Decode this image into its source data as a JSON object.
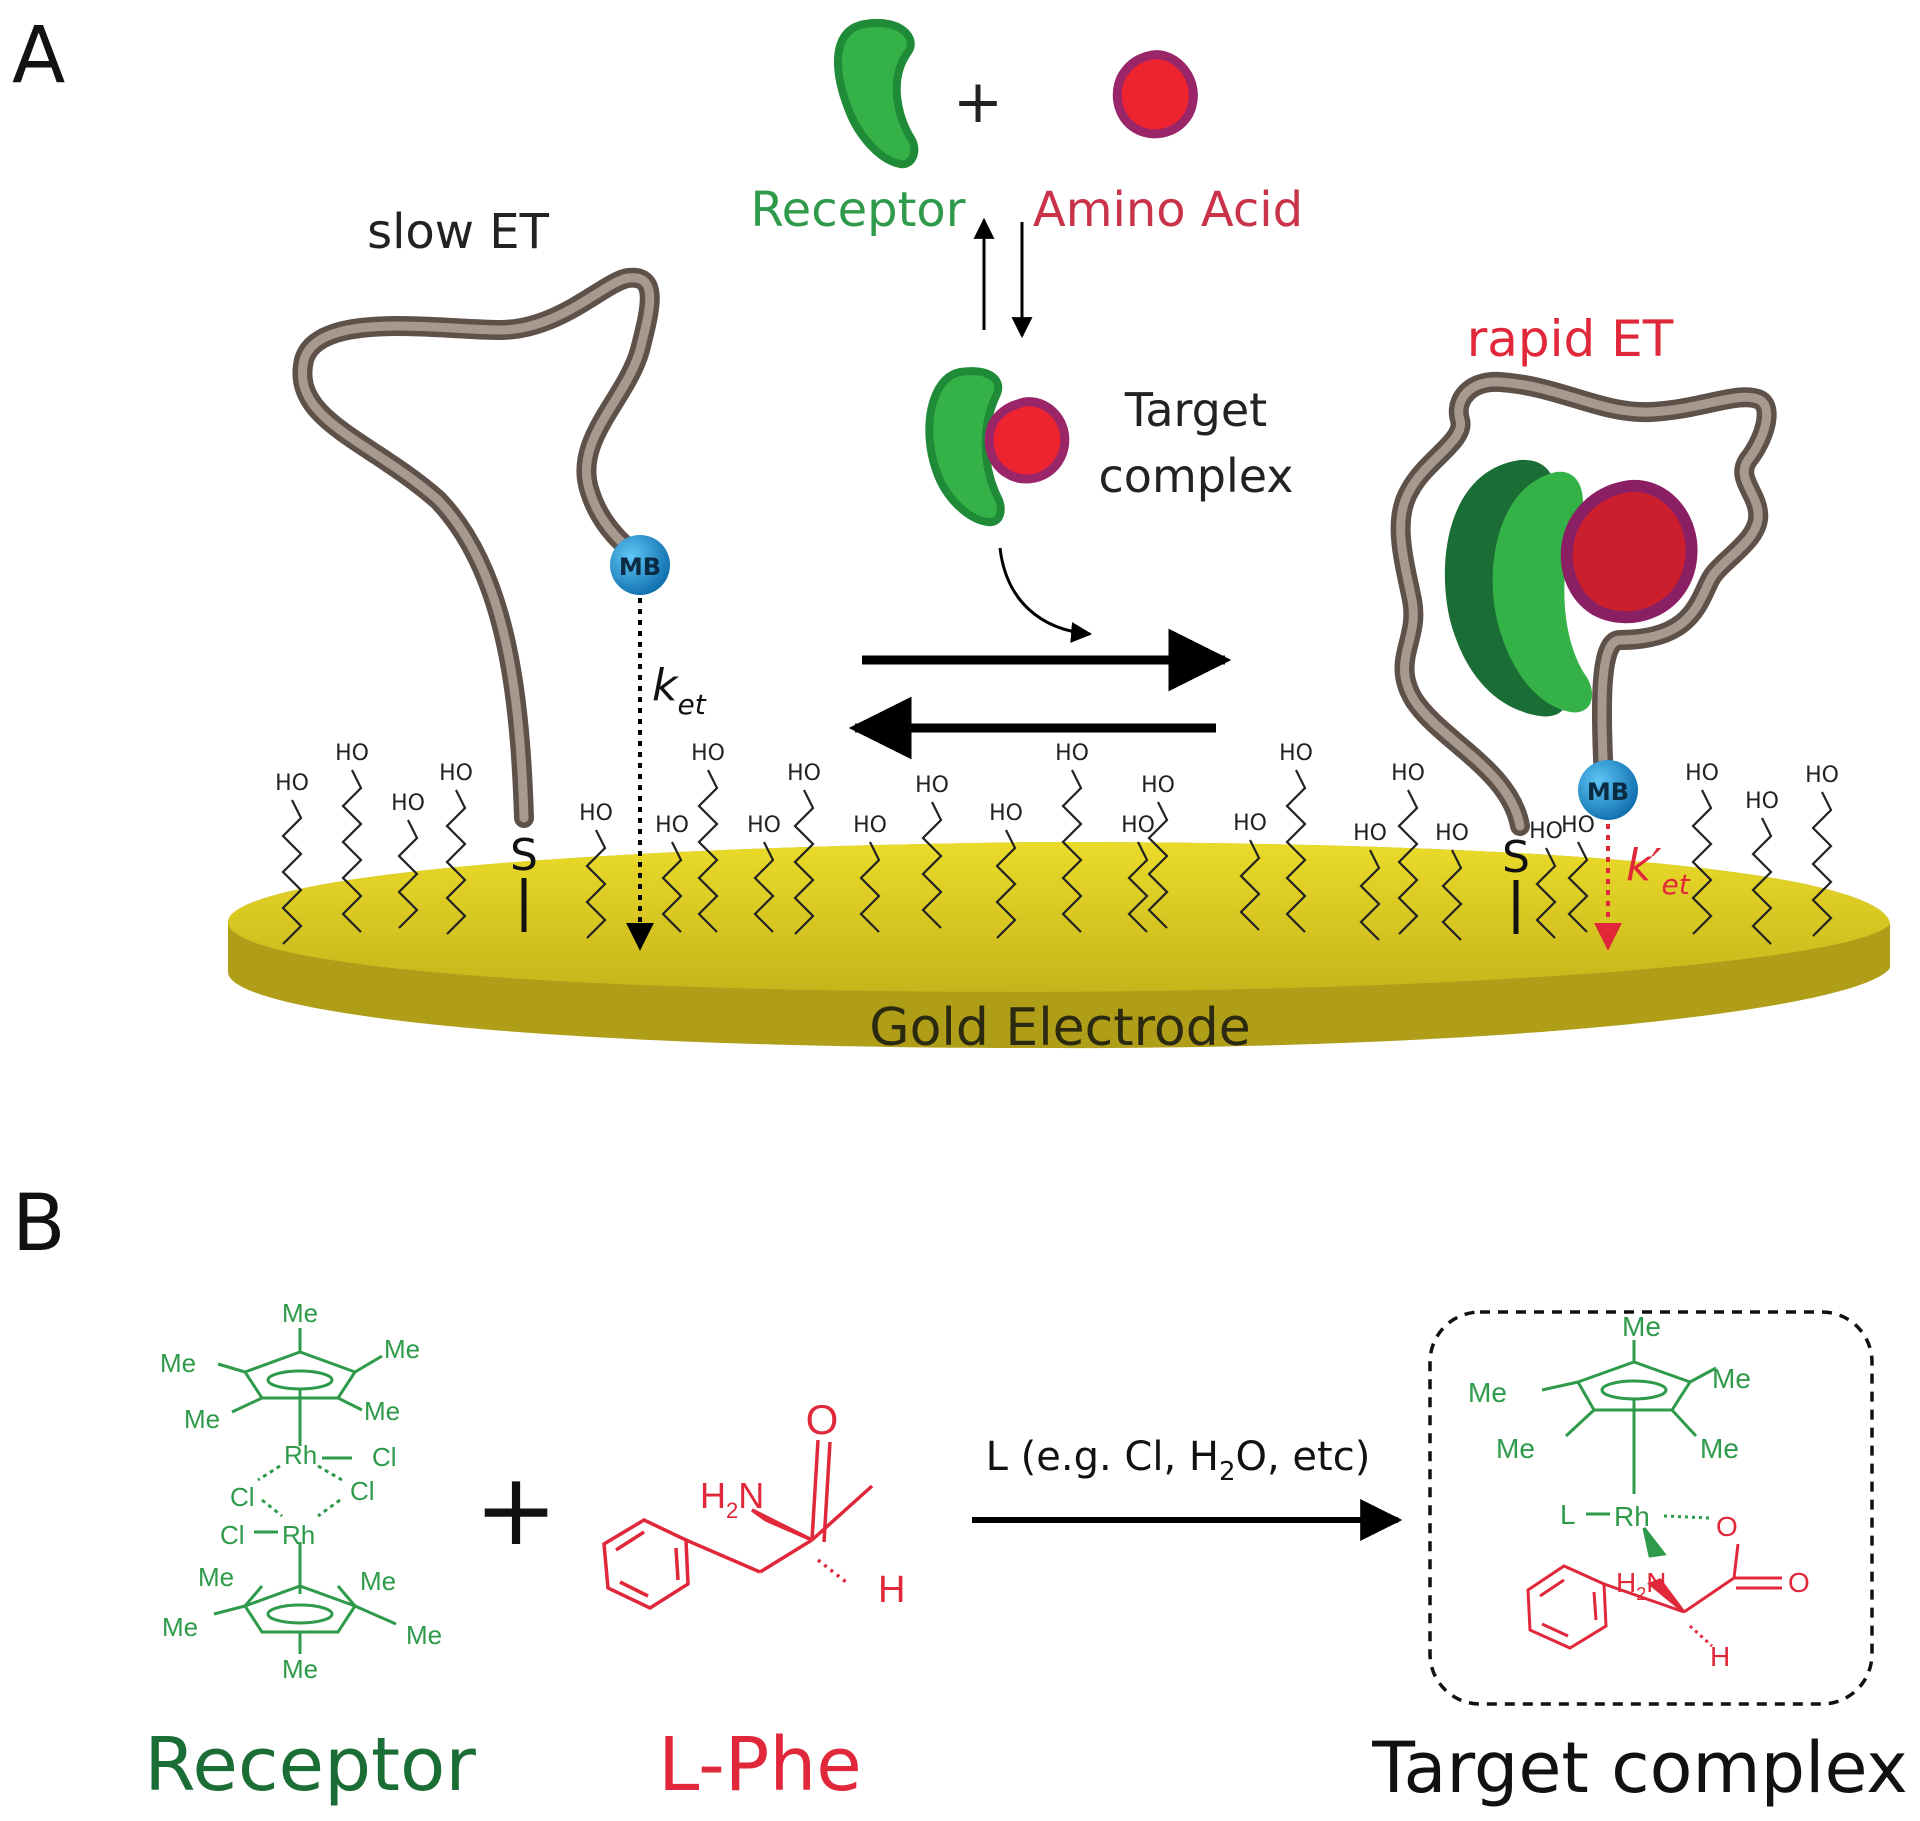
{
  "panel_a": {
    "label": "A",
    "receptor_label": "Receptor",
    "plus": "+",
    "amino_acid_label": "Amino Acid",
    "slow_et": "slow ET",
    "rapid_et": "rapid ET",
    "target_line1": "Target",
    "target_line2": "complex",
    "mb": "MB",
    "k_et": "k",
    "k_et_sub": "et",
    "k_et_prime": "k′",
    "k_et_prime_sub": "et",
    "s_atom": "S",
    "ho": "HO",
    "electrode": "Gold Electrode"
  },
  "panel_b": {
    "label": "B",
    "me": "Me",
    "rh": "Rh",
    "cl": "Cl",
    "plus": "+",
    "o": "O",
    "h2n_h": "H",
    "h2n_2": "2",
    "h2n_n": "N",
    "h": "H",
    "l": "L",
    "conditions_pre": "L (e.g. Cl, H",
    "conditions_sub": "2",
    "conditions_post": "O, etc)",
    "receptor_name": "Receptor",
    "phe_name": "L-Phe",
    "target_name": "Target complex"
  },
  "colors": {
    "green": "#2e9a4a",
    "dark_green": "#1a6e35",
    "red": "#e0283a",
    "purple": "#8b1f63",
    "gold": "#e3d21f",
    "tether": "#8c7f76",
    "mb_blue": "#1e8fd0"
  }
}
